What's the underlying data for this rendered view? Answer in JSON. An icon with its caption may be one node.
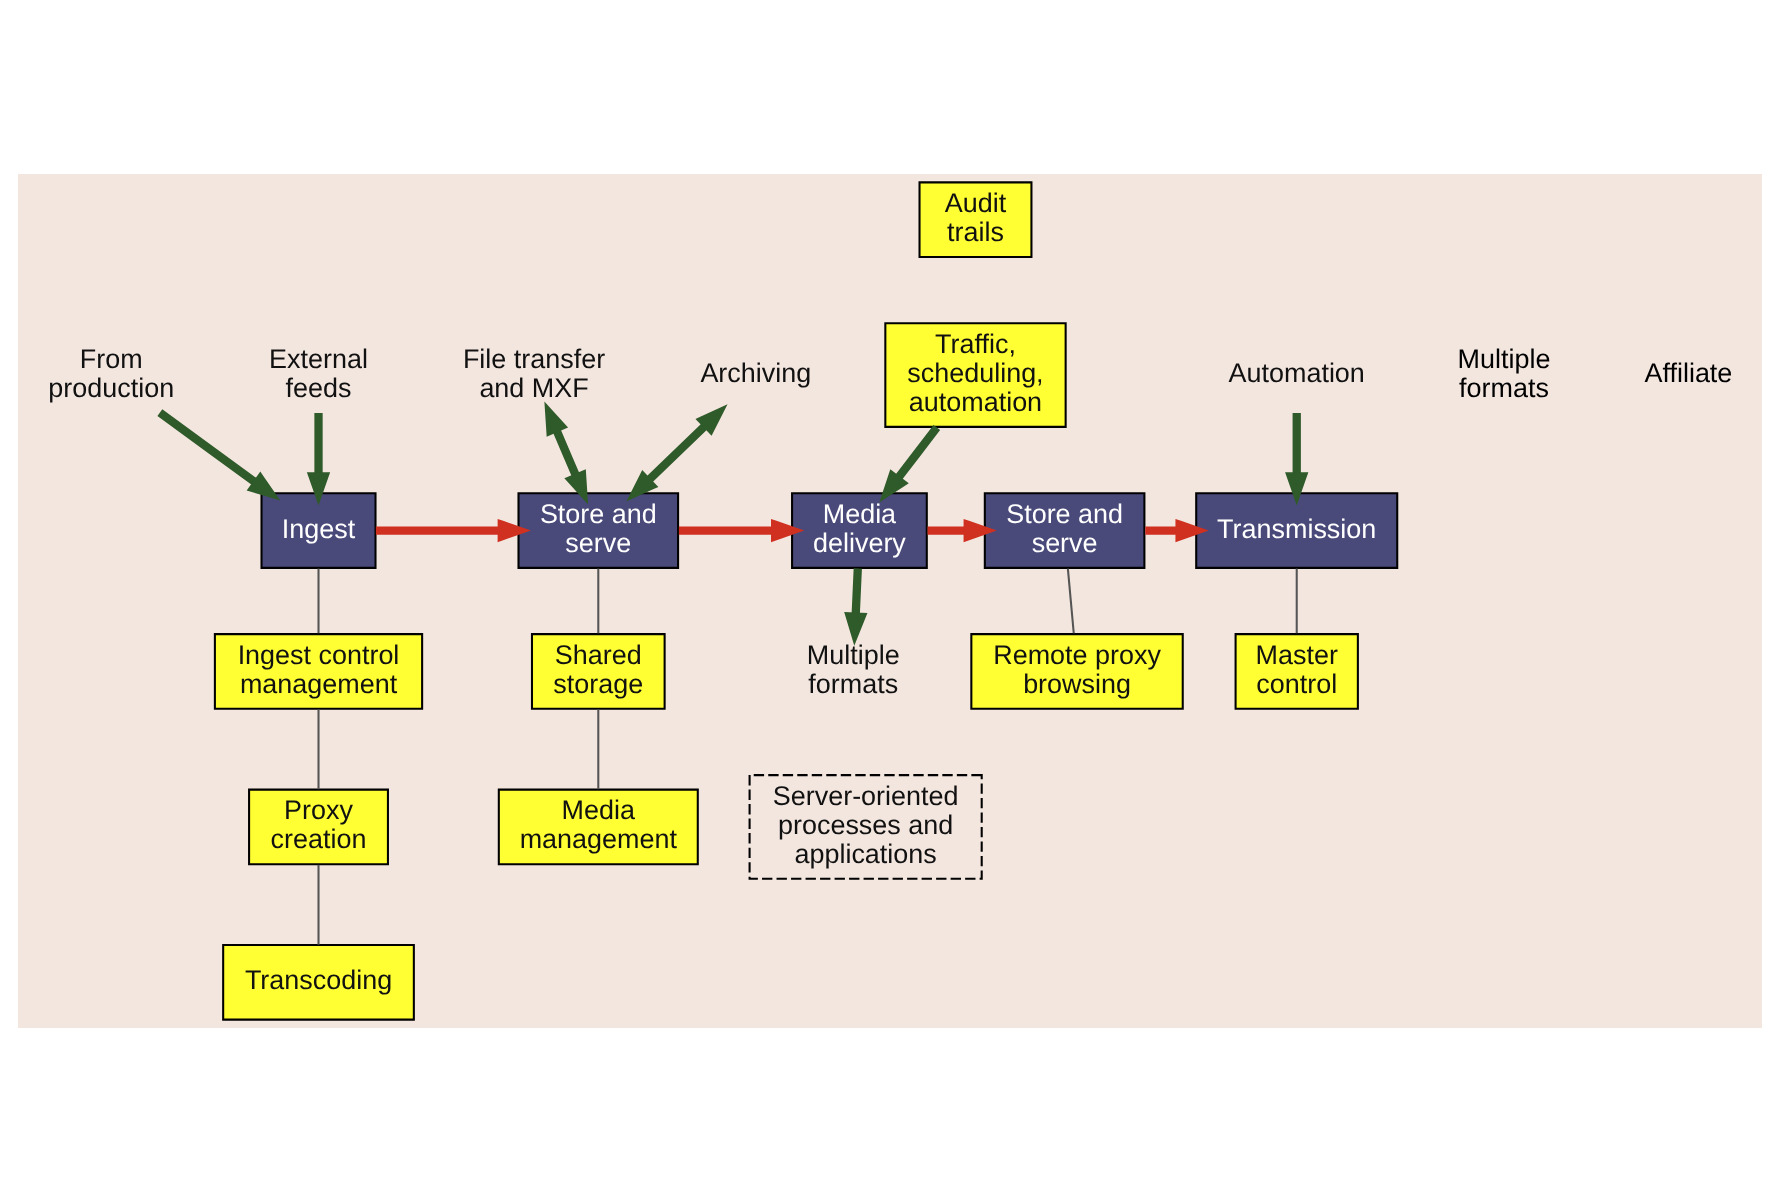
{
  "diagram": {
    "nodes": [
      {
        "text": [
          "From production"
        ]
      },
      {
        "text": [
          "External feeds"
        ]
      },
      {
        "text": [
          "File transfer and MXF"
        ]
      },
      {
        "text": [
          "Archiving"
        ]
      },
      {
        "text": [
          "Audit trails"
        ]
      },
      {
        "text": [
          "Traffic, scheduling, automation"
        ]
      },
      {
        "text": [
          "Automation"
        ]
      },
      {
        "text": [
          "Ingest"
        ]
      },
      {
        "text": [
          "Store and serve"
        ]
      },
      {
        "text": [
          "Media delivery"
        ]
      },
      {
        "text": [
          "Store and serve"
        ]
      },
      {
        "text": [
          "Transmission"
        ]
      },
      {
        "text": [
          "Multiple formats"
        ]
      },
      {
        "text": [
          "Ingest control management"
        ]
      },
      {
        "text": [
          "Shared storage"
        ]
      },
      {
        "text": [
          "Remote proxy browsing"
        ]
      },
      {
        "text": [
          "Master control"
        ]
      },
      {
        "text": [
          "Proxy creation"
        ]
      },
      {
        "text": [
          "Media management"
        ]
      },
      {
        "text": [
          "Server-oriented processes and applications"
        ]
      },
      {
        "text": [
          "Transcoding"
        ]
      }
    ],
    "edges": [
      {
        "from": 0,
        "to": 7,
        "arrow": "to",
        "color": "#2f5a2a"
      },
      {
        "from": 1,
        "to": 7,
        "arrow": "to",
        "color": "#2f5a2a"
      },
      {
        "from": 2,
        "to": 8,
        "arrow": "both",
        "color": "#2f5a2a"
      },
      {
        "from": 3,
        "to": 8,
        "arrow": "both",
        "color": "#2f5a2a"
      },
      {
        "from": 5,
        "to": 9,
        "arrow": "to",
        "color": "#2f5a2a"
      },
      {
        "from": 6,
        "to": 11,
        "arrow": "to",
        "color": "#2f5a2a"
      },
      {
        "from": 7,
        "to": 8,
        "arrow": "to",
        "color": "#d03020"
      },
      {
        "from": 8,
        "to": 9,
        "arrow": "to",
        "color": "#d03020"
      },
      {
        "from": 9,
        "to": 10,
        "arrow": "to",
        "color": "#d03020"
      },
      {
        "from": 10,
        "to": 11,
        "arrow": "to",
        "color": "#d03020"
      },
      {
        "from": 9,
        "to": 12,
        "arrow": "to",
        "color": "#2f5a2a"
      },
      {
        "from": 7,
        "to": 13,
        "arrow": "none"
      },
      {
        "from": 8,
        "to": 14,
        "arrow": "none"
      },
      {
        "from": 10,
        "to": 15,
        "arrow": "none"
      },
      {
        "from": 11,
        "to": 16,
        "arrow": "none"
      },
      {
        "from": 13,
        "to": 17,
        "arrow": "none"
      },
      {
        "from": 14,
        "to": 18,
        "arrow": "none"
      },
      {
        "from": 17,
        "to": 20,
        "arrow": "none"
      }
    ],
    "labels": [
      "Multiple formats",
      "Affiliate"
    ]
  }
}
